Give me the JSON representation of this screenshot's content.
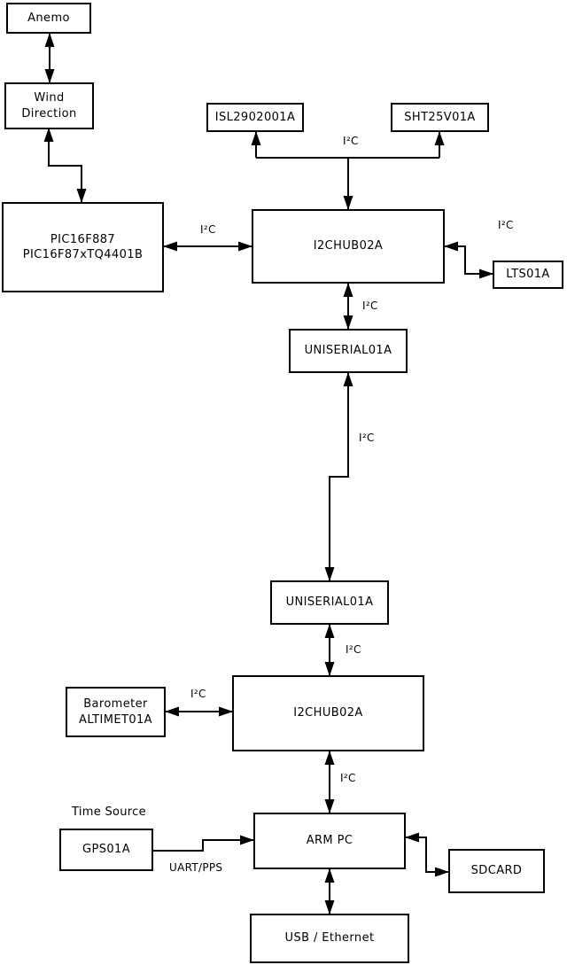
{
  "diagram": {
    "nodes": {
      "anemo": {
        "label": "Anemo"
      },
      "wind_direction": {
        "lines": [
          "Wind",
          "Direction"
        ]
      },
      "pic_mcu": {
        "lines": [
          "PIC16F887",
          "PIC16F87xTQ4401B"
        ]
      },
      "isl_sensor": {
        "label": "ISL2902001A"
      },
      "sht_sensor": {
        "label": "SHT25V01A"
      },
      "i2c_hub_top": {
        "label": "I2CHUB02A"
      },
      "lts_sensor": {
        "label": "LTS01A"
      },
      "uniserial_top": {
        "label": "UNISERIAL01A"
      },
      "uniserial_bottom": {
        "label": "UNISERIAL01A"
      },
      "i2c_hub_bottom": {
        "label": "I2CHUB02A"
      },
      "barometer": {
        "lines": [
          "Barometer",
          "ALTIMET01A"
        ]
      },
      "gps": {
        "label": "GPS01A"
      },
      "arm_pc": {
        "label": "ARM PC"
      },
      "sdcard": {
        "label": "SDCARD"
      },
      "usb_ethernet": {
        "label": "USB / Ethernet"
      }
    },
    "edge_labels": {
      "i2c": "I²C",
      "uart_pps": "UART/PPS",
      "time_source": "Time Source"
    },
    "colors": {
      "line": "#000000",
      "box_border": "#000000",
      "box_fill": "#ffffff",
      "background": "#ffffff"
    }
  }
}
